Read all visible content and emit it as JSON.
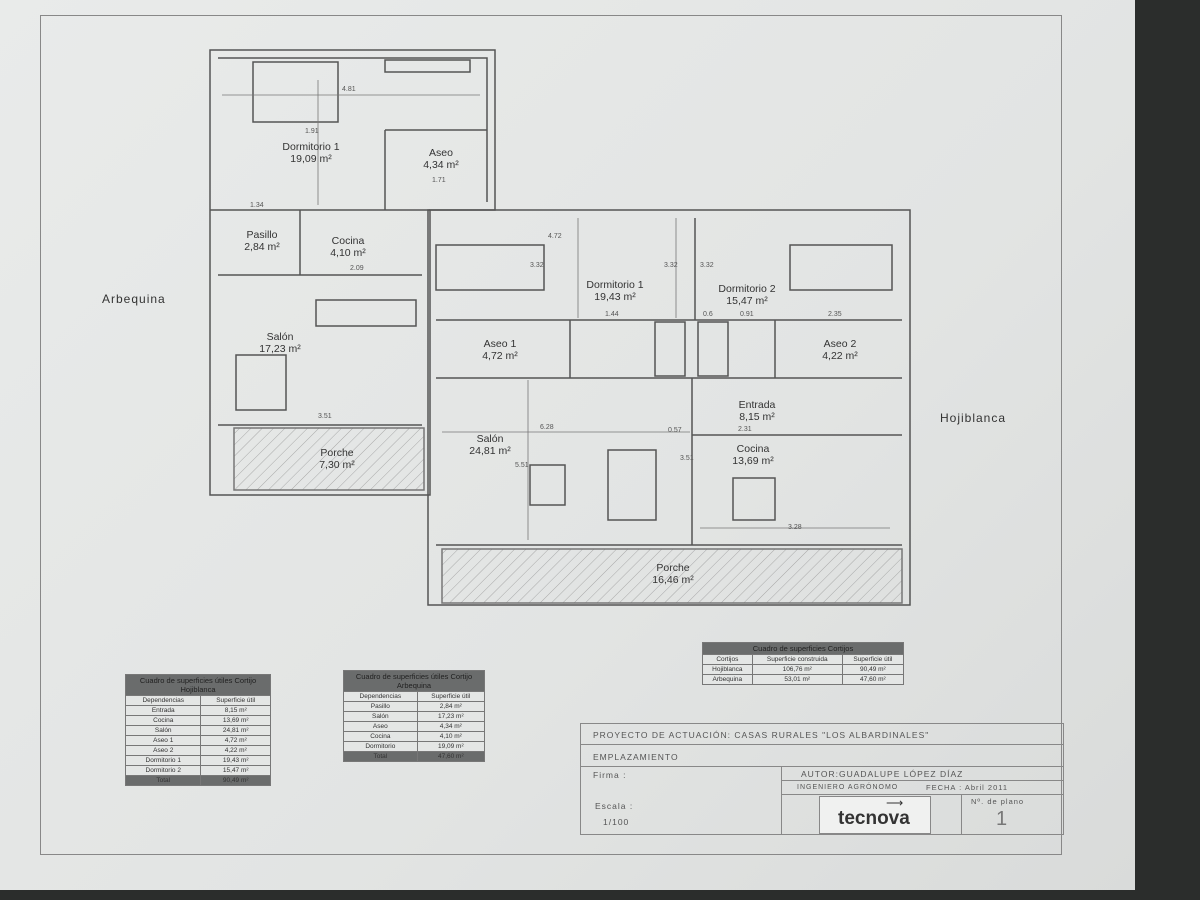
{
  "houses": {
    "left": {
      "name": "Arbequina"
    },
    "right": {
      "name": "Hojiblanca"
    }
  },
  "rooms_left": [
    {
      "name": "Dormitorio 1",
      "area": "19,09 m²"
    },
    {
      "name": "Aseo",
      "area": "4,34 m²"
    },
    {
      "name": "Pasillo",
      "area": "2,84 m²"
    },
    {
      "name": "Cocina",
      "area": "4,10 m²"
    },
    {
      "name": "Salón",
      "area": "17,23 m²"
    },
    {
      "name": "Porche",
      "area": "7,30 m²"
    }
  ],
  "rooms_right": [
    {
      "name": "Dormitorio 1",
      "area": "19,43 m²"
    },
    {
      "name": "Dormitorio 2",
      "area": "15,47 m²"
    },
    {
      "name": "Aseo 1",
      "area": "4,72 m²"
    },
    {
      "name": "Aseo 2",
      "area": "4,22 m²"
    },
    {
      "name": "Entrada",
      "area": "8,15 m²"
    },
    {
      "name": "Salón",
      "area": "24,81 m²"
    },
    {
      "name": "Cocina",
      "area": "13,69 m²"
    },
    {
      "name": "Porche",
      "area": "16,46 m²"
    }
  ],
  "dimensions": [
    "4.81",
    "1.91",
    "1.71",
    "1.34",
    "2.09",
    "3.51",
    "4.72",
    "3.32",
    "3.32",
    "3.32",
    "1.44",
    "0.6",
    "0.91",
    "2.35",
    "2.31",
    "6.28",
    "0.57",
    "5.51",
    "3.51",
    "3.28"
  ],
  "table_hojiblanca": {
    "title": "Cuadro de superficies útiles Cortijo Hojiblanca",
    "headers": [
      "Dependencias",
      "Superficie útil"
    ],
    "rows": [
      [
        "Entrada",
        "8,15 m²"
      ],
      [
        "Cocina",
        "13,69 m²"
      ],
      [
        "Salón",
        "24,81 m²"
      ],
      [
        "Aseo 1",
        "4,72 m²"
      ],
      [
        "Aseo 2",
        "4,22 m²"
      ],
      [
        "Dormitorio 1",
        "19,43 m²"
      ],
      [
        "Dormitorio 2",
        "15,47 m²"
      ]
    ],
    "total": [
      "Total",
      "90,49 m²"
    ]
  },
  "table_arbequina": {
    "title": "Cuadro de superficies útiles Cortijo Arbequina",
    "headers": [
      "Dependencias",
      "Superficie útil"
    ],
    "rows": [
      [
        "Pasillo",
        "2,84 m²"
      ],
      [
        "Salón",
        "17,23 m²"
      ],
      [
        "Aseo",
        "4,34 m²"
      ],
      [
        "Cocina",
        "4,10 m²"
      ],
      [
        "Dormitorio",
        "19,09 m²"
      ]
    ],
    "total": [
      "Total",
      "47,60 m²"
    ]
  },
  "table_cortijos": {
    "title": "Cuadro de superficies Cortijos",
    "headers": [
      "Cortijos",
      "Superficie construida",
      "Superficie útil"
    ],
    "rows": [
      [
        "Hojiblanca",
        "106,76 m²",
        "90,49 m²"
      ],
      [
        "Arbequina",
        "53,01 m²",
        "47,60 m²"
      ]
    ]
  },
  "title_block": {
    "project": "PROYECTO DE ACTUACIÓN: CASAS RURALES \"LOS ALBARDINALES\"",
    "plan_name": "EMPLAZAMIENTO",
    "signature_label": "Firma :",
    "author": "AUTOR:GUADALUPE LÓPEZ DÍAZ",
    "profession": "INGENIERO AGRÓNOMO",
    "date": "FECHA : Abril 2011",
    "plan_number_label": "Nº. de plano",
    "plan_number": "1",
    "scale_label": "Escala :",
    "scale": "1/100",
    "logo": "tecnova"
  },
  "colors": {
    "paper": "#e6e8e7",
    "wall": "#555555",
    "table_header": "#6a6c6c"
  }
}
